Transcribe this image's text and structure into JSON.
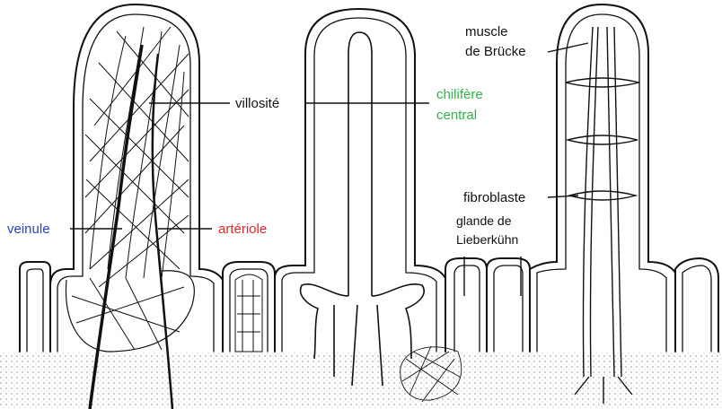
{
  "labels": {
    "villosite": "villosité",
    "chilifere_line1": "chilifère",
    "chilifere_line2": "central",
    "muscle_line1": "muscle",
    "muscle_line2": "de Brücke",
    "fibroblaste": "fibroblaste",
    "glande_line1": "glande de",
    "glande_line2": "Lieberkühn",
    "veinule": "veinule",
    "arteriole": "artériole"
  },
  "colors": {
    "ink": "#111111",
    "veinule": "#2a3fbf",
    "arteriole": "#e0282c",
    "chilifere": "#2fb24a",
    "tissue": "#d9d9d9"
  }
}
